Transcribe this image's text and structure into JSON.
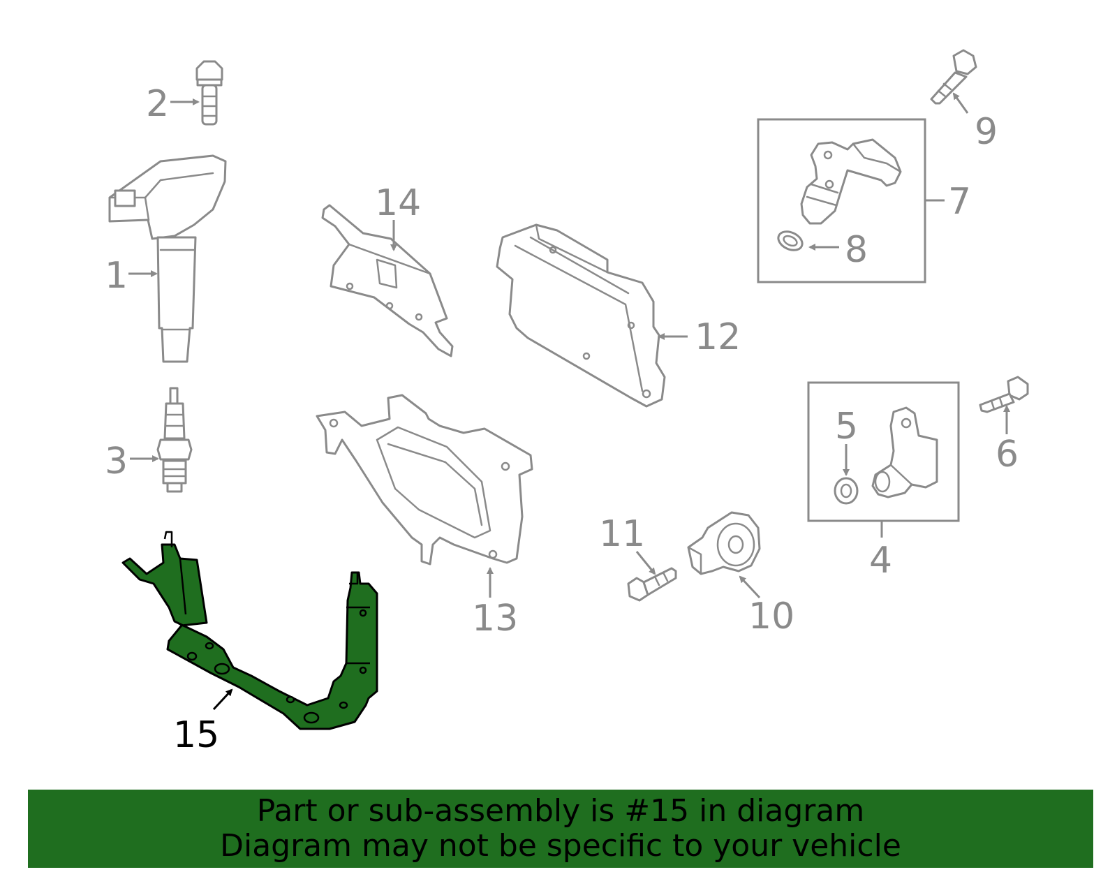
{
  "callouts": {
    "c1": "1",
    "c2": "2",
    "c3": "3",
    "c4": "4",
    "c5": "5",
    "c6": "6",
    "c7": "7",
    "c8": "8",
    "c9": "9",
    "c10": "10",
    "c11": "11",
    "c12": "12",
    "c13": "13",
    "c14": "14",
    "c15": "15"
  },
  "highlighted_part": "15",
  "colors": {
    "highlight_fill": "#1f6e1f",
    "banner_bg": "#1f6e1f",
    "part_stroke": "#8a8a8a"
  },
  "banner": {
    "line1": "Part or sub-assembly is #15 in diagram",
    "line2": "Diagram may not be specific to your vehicle"
  }
}
